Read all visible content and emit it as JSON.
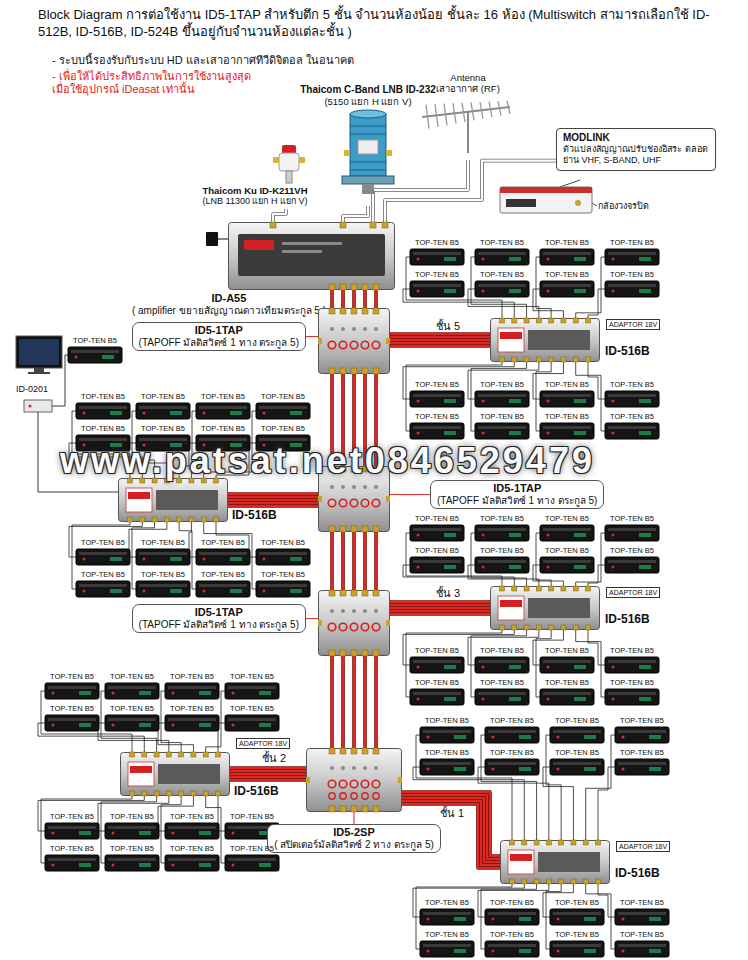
{
  "diagram": {
    "title": "Block Diagram การต่อใช้งาน ID5-1TAP สำหรับตึก 5 ชั้น จำนวนห้องน้อย ชั้นละ 16 ห้อง (Multiswitch สามารถเลือกใช้ ID-512B, ID-516B, ID-524B ขึ้นอยู่กับจำนวนห้องแต่ละชั้น )",
    "nodes": [
      {
        "text": [
          "Thaicom Ku ID-K211VH",
          "(LNB 11300 แยก H แยก V)"
        ]
      },
      {
        "text": [
          "Thaicom C-Band LNB ID-232",
          "(5150 แยก H แยก V)"
        ]
      },
      {
        "text": [
          "Antenna",
          "เสาอากาศ (RF)"
        ]
      },
      {
        "text": [
          "MODLINK",
          "ตัวแปลงสัญญาณปรับช่องอิสระ ตลอดย่าน VHF, S-BAND, UHF"
        ]
      },
      {
        "text": [
          "ID-A55",
          "( amplifier ขยายสัญญาณดาวเทียมตระกูล 5 )"
        ]
      },
      {
        "text": [
          "ID5-1TAP",
          "(TAPOFF มัลติสวิตซ์ 1 ทาง ตระกูล 5)"
        ]
      },
      {
        "text": [
          "ID-516B"
        ]
      },
      {
        "text": [
          "ID5-1TAP",
          "(TAPOFF มัลติสวิตซ์ 1 ทาง ตระกูล 5)"
        ]
      },
      {
        "text": [
          "ID-516B"
        ]
      },
      {
        "text": [
          "ID5-1TAP",
          "(TAPOFF มัลติสวิตซ์ 1 ทาง ตระกูล 5)"
        ]
      },
      {
        "text": [
          "ID-516B"
        ]
      },
      {
        "text": [
          "ID5-2SP",
          "( สปิตเตอร์มัลติสวิตซ์ 2 ทาง ตระกูล 5)"
        ]
      },
      {
        "text": [
          "ID-516B"
        ]
      },
      {
        "text": [
          "ID-516B"
        ]
      }
    ],
    "edges": [
      {
        "from": 0,
        "to": 4,
        "arrow": "none"
      },
      {
        "from": 1,
        "to": 4,
        "arrow": "none"
      },
      {
        "from": 2,
        "to": 4,
        "arrow": "none"
      },
      {
        "from": 3,
        "to": 4,
        "arrow": "none"
      },
      {
        "from": 4,
        "to": 5,
        "arrow": "none"
      },
      {
        "from": 5,
        "to": 6,
        "arrow": "none"
      },
      {
        "from": 5,
        "to": 7,
        "arrow": "none"
      },
      {
        "from": 7,
        "to": 8,
        "arrow": "none"
      },
      {
        "from": 7,
        "to": 9,
        "arrow": "none"
      },
      {
        "from": 9,
        "to": 10,
        "arrow": "none"
      },
      {
        "from": 9,
        "to": 11,
        "arrow": "none"
      },
      {
        "from": 11,
        "to": 12,
        "arrow": "none"
      },
      {
        "from": 11,
        "to": 13,
        "arrow": "none"
      }
    ],
    "labels": [
      "- ระบบนี้รองรับกับระบบ HD และเสาอากาศทีวีดิจิตอล ในอนาคต",
      "- เพื่อให้ได้ประสิทธิภาพในการใช้งานสูงสุด เมื่อใช้อุปกรณ์ iDeasat เท่านั้น",
      "กล้องวงจรปิด",
      "ชั้น 5",
      "ADAPTOR 18V",
      "www.patsat.net0846529479",
      "ชั้น 3",
      "ADAPTOR 18V",
      "ชั้น 2",
      "ADAPTOR 18V",
      "ชั้น 1",
      "ADAPTOR 18V",
      "ID-0201",
      "TOP-TEN B5",
      "TOP-TEN B5",
      "TOP-TEN B5",
      "TOP-TEN B5",
      "TOP-TEN B5",
      "TOP-TEN B5",
      "TOP-TEN B5",
      "TOP-TEN B5",
      "TOP-TEN B5",
      "TOP-TEN B5",
      "TOP-TEN B5",
      "TOP-TEN B5",
      "TOP-TEN B5",
      "TOP-TEN B5",
      "TOP-TEN B5",
      "TOP-TEN B5",
      "TOP-TEN B5",
      "TOP-TEN B5",
      "TOP-TEN B5",
      "TOP-TEN B5",
      "TOP-TEN B5",
      "TOP-TEN B5",
      "TOP-TEN B5",
      "TOP-TEN B5",
      "TOP-TEN B5",
      "TOP-TEN B5",
      "TOP-TEN B5",
      "TOP-TEN B5",
      "TOP-TEN B5",
      "TOP-TEN B5",
      "TOP-TEN B5",
      "TOP-TEN B5",
      "TOP-TEN B5",
      "TOP-TEN B5",
      "TOP-TEN B5",
      "TOP-TEN B5",
      "TOP-TEN B5",
      "TOP-TEN B5",
      "TOP-TEN B5",
      "TOP-TEN B5",
      "TOP-TEN B5",
      "TOP-TEN B5",
      "TOP-TEN B5",
      "TOP-TEN B5",
      "TOP-TEN B5",
      "TOP-TEN B5",
      "TOP-TEN B5",
      "TOP-TEN B5",
      "TOP-TEN B5",
      "TOP-TEN B5",
      "TOP-TEN B5",
      "TOP-TEN B5",
      "TOP-TEN B5",
      "TOP-TEN B5",
      "TOP-TEN B5",
      "TOP-TEN B5",
      "TOP-TEN B5",
      "TOP-TEN B5",
      "TOP-TEN B5",
      "TOP-TEN B5",
      "TOP-TEN B5",
      "TOP-TEN B5",
      "TOP-TEN B5",
      "TOP-TEN B5",
      "TOP-TEN B5",
      "TOP-TEN B5",
      "TOP-TEN B5",
      "TOP-TEN B5",
      "TOP-TEN B5",
      "TOP-TEN B5",
      "TOP-TEN B5",
      "TOP-TEN B5",
      "TOP-TEN B5",
      "TOP-TEN B5",
      "TOP-TEN B5",
      "TOP-TEN B5",
      "TOP-TEN B5",
      "TOP-TEN B5",
      "TOP-TEN B5",
      "TOP-TEN B5",
      "TOP-TEN B5"
    ]
  }
}
